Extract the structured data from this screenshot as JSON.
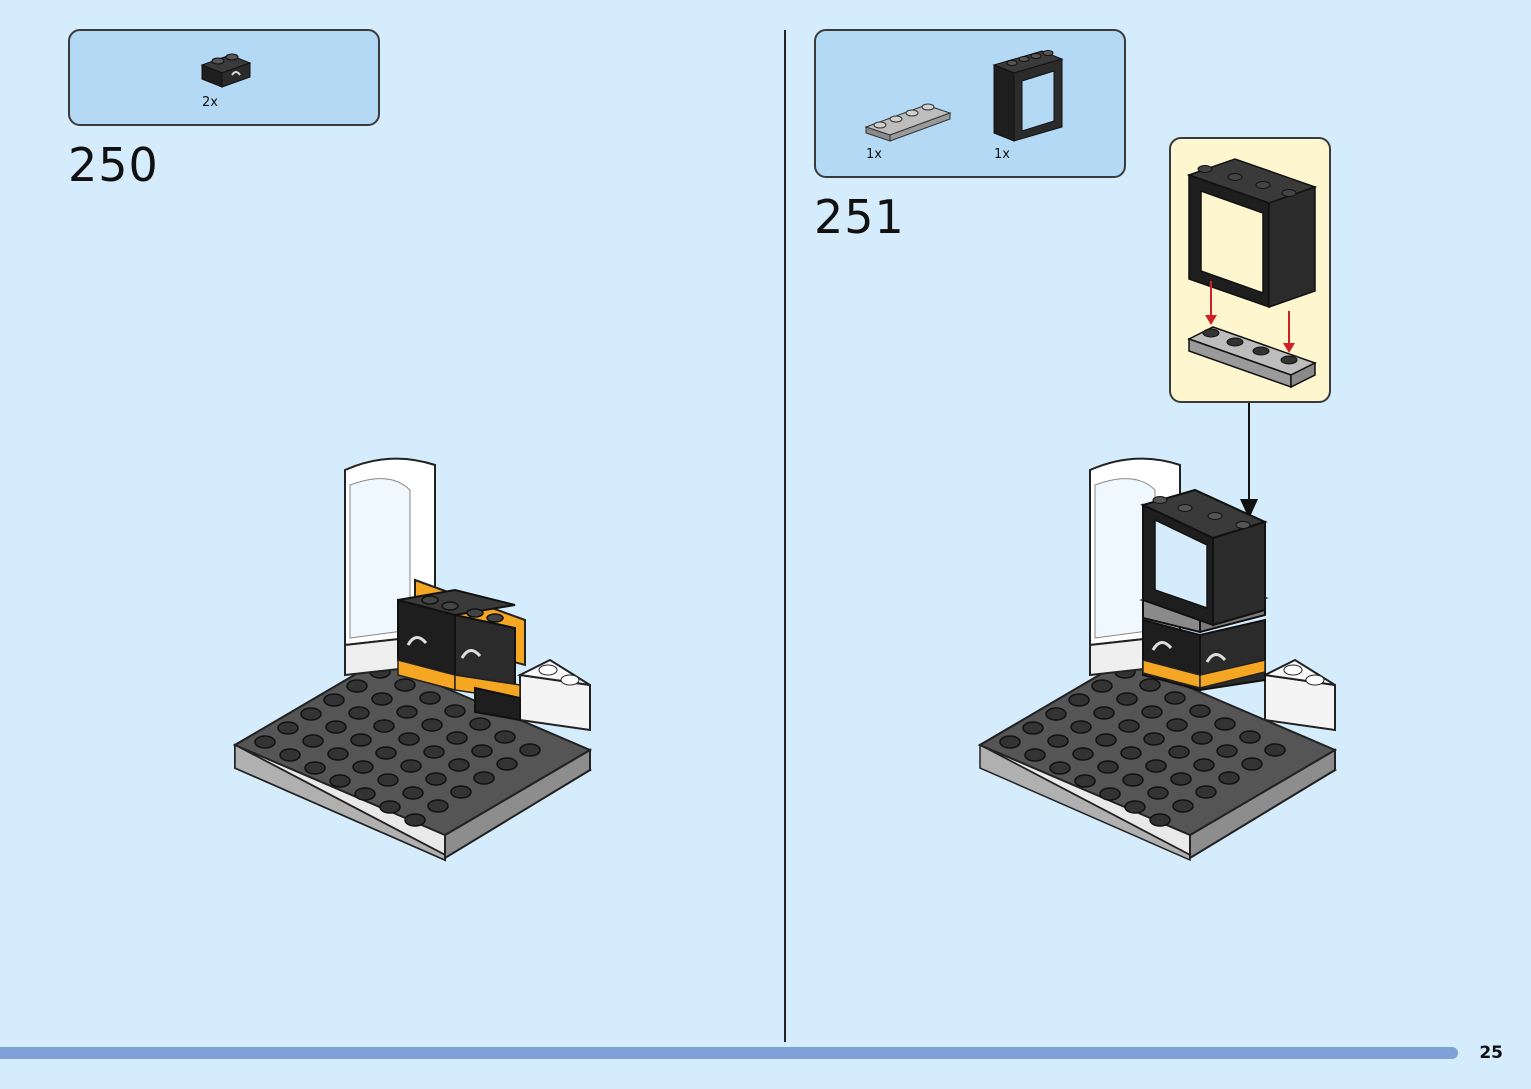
{
  "steps": [
    {
      "number": "250",
      "parts": [
        {
          "quantity": "2x",
          "icon": "black-brick-1x2-with-clip-icon"
        }
      ]
    },
    {
      "number": "251",
      "parts": [
        {
          "quantity": "1x",
          "icon": "gray-plate-1x4-icon"
        },
        {
          "quantity": "1x",
          "icon": "black-window-frame-icon"
        }
      ]
    }
  ],
  "page_number": "25",
  "colors": {
    "background": "#d4ecfb",
    "parts_box": "#b3d9f4",
    "callout": "#fdf6cf",
    "progress_bar": "#7ea2d8",
    "arrow_red": "#d0202a"
  }
}
